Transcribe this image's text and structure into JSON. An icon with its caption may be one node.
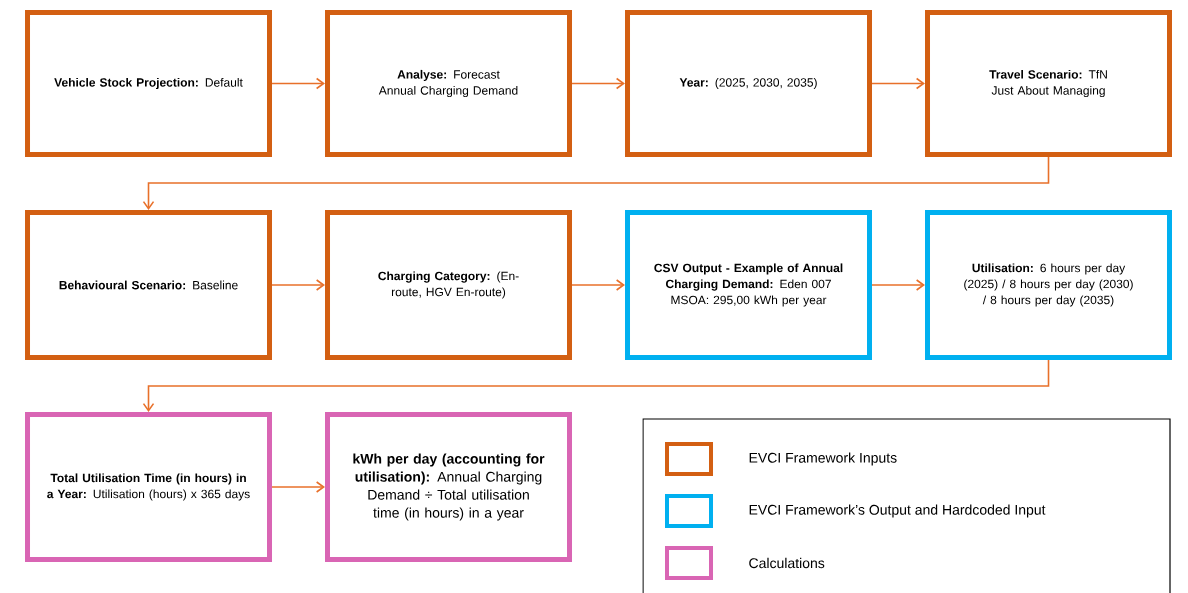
{
  "diagram": {
    "nodes": [
      {
        "text": [
          "**Vehicle Stock Projection:** Default"
        ]
      },
      {
        "text": [
          "**Analyse:** Forecast Annual Charging Demand"
        ]
      },
      {
        "text": [
          "**Year:** (2025, 2030, 2035)"
        ]
      },
      {
        "text": [
          "**Travel Scenario:** TfN Just About Managing"
        ]
      },
      {
        "text": [
          "**Behavioural Scenario:** Baseline"
        ]
      },
      {
        "text": [
          "**Charging Category:** (En-route, HGV En-route)"
        ]
      },
      {
        "text": [
          "**CSV Output - Example of Annual Charging Demand:** Eden 007 MSOA: 295,00 kWh per year"
        ]
      },
      {
        "text": [
          "**Utilisation:** 6 hours per day (2025) / 8 hours per day (2030) / 8 hours per day (2035)"
        ]
      },
      {
        "text": [
          "**Total Utilisation Time (in hours) in a Year:** Utilisation (hours) x 365 days"
        ]
      },
      {
        "text": [
          "**kWh per day (accounting for utilisation):** Annual Charging Demand ÷ Total utilisation time (in hours) in a year"
        ]
      }
    ],
    "edges": [
      {
        "from": 0,
        "to": 1,
        "arrow": "to"
      },
      {
        "from": 1,
        "to": 2,
        "arrow": "to"
      },
      {
        "from": 2,
        "to": 3,
        "arrow": "to"
      },
      {
        "from": 3,
        "to": 4,
        "arrow": "to"
      },
      {
        "from": 4,
        "to": 5,
        "arrow": "to"
      },
      {
        "from": 5,
        "to": 6,
        "arrow": "to"
      },
      {
        "from": 6,
        "to": 7,
        "arrow": "to"
      },
      {
        "from": 7,
        "to": 8,
        "arrow": "to"
      },
      {
        "from": 8,
        "to": 9,
        "arrow": "to"
      }
    ],
    "legend": [
      {
        "text": "EVCI Framework Inputs",
        "color": "#d35f12"
      },
      {
        "text": "EVCI Framework’s Output and Hardcoded Input",
        "color": "#00b0f0"
      },
      {
        "text": "Calculations",
        "color": "#d965b4"
      }
    ]
  }
}
